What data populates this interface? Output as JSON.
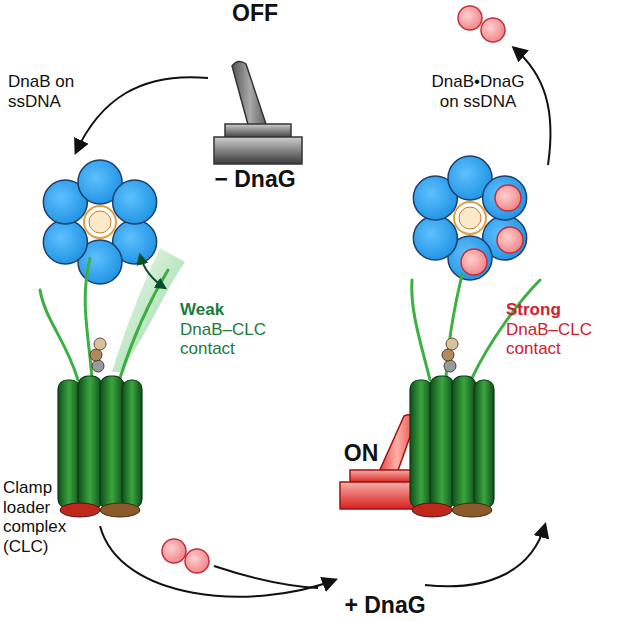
{
  "diagram": {
    "labels": [
      "OFF",
      "− DnaG",
      "DnaB on ssDNA",
      "Weak DnaB–CLC contact",
      "Clamp loader complex (CLC)",
      "ON",
      "+ DnaG",
      "DnaB•DnaG on ssDNA",
      "Strong DnaB–CLC contact"
    ]
  }
}
